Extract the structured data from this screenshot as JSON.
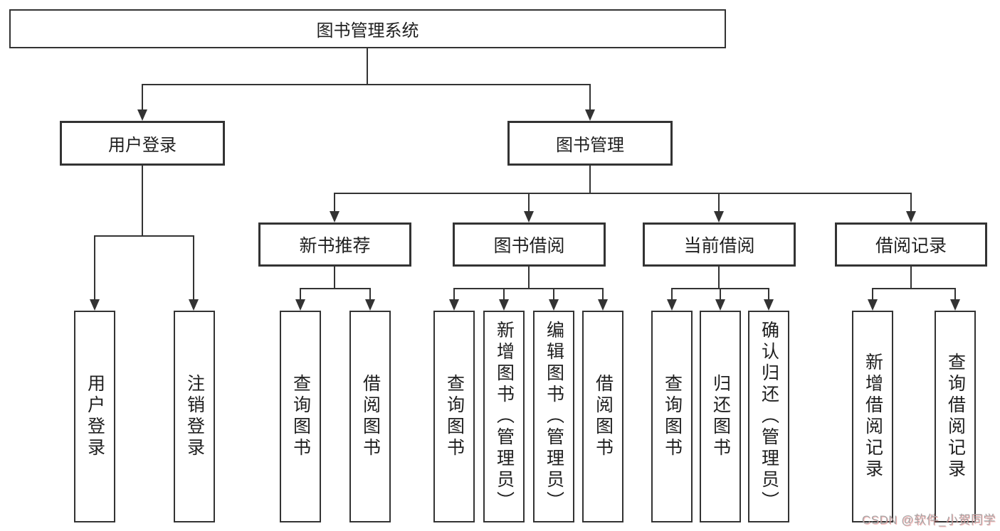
{
  "colors": {
    "line": "#333333",
    "text": "#1f1f1f",
    "watermark": "#a6a6a6"
  },
  "tree": {
    "root": {
      "label": "图书管理系统"
    },
    "level1": [
      {
        "id": "user-login",
        "label": "用户登录"
      },
      {
        "id": "book-management",
        "label": "图书管理"
      }
    ],
    "level2": [
      {
        "id": "new-book-recommend",
        "label": "新书推荐"
      },
      {
        "id": "book-borrow",
        "label": "图书借阅"
      },
      {
        "id": "current-borrow",
        "label": "当前借阅"
      },
      {
        "id": "borrow-records",
        "label": "借阅记录"
      }
    ],
    "leaves": [
      {
        "group": "user-login",
        "label": "用户登录"
      },
      {
        "group": "user-login",
        "label": "注销登录"
      },
      {
        "group": "new-book-recommend",
        "label": "查询图书"
      },
      {
        "group": "new-book-recommend",
        "label": "借阅图书"
      },
      {
        "group": "book-borrow",
        "label": "查询图书"
      },
      {
        "group": "book-borrow",
        "label": "新增图书（管理员）"
      },
      {
        "group": "book-borrow",
        "label": "编辑图书（管理员）"
      },
      {
        "group": "book-borrow",
        "label": "借阅图书"
      },
      {
        "group": "current-borrow",
        "label": "查询图书"
      },
      {
        "group": "current-borrow",
        "label": "归还图书"
      },
      {
        "group": "current-borrow",
        "label": "确认归还（管理员）"
      },
      {
        "group": "borrow-records",
        "label": "新增借阅记录"
      },
      {
        "group": "borrow-records",
        "label": "查询借阅记录"
      }
    ]
  },
  "watermark": {
    "text": "CSDN @软件_小贺同学"
  }
}
